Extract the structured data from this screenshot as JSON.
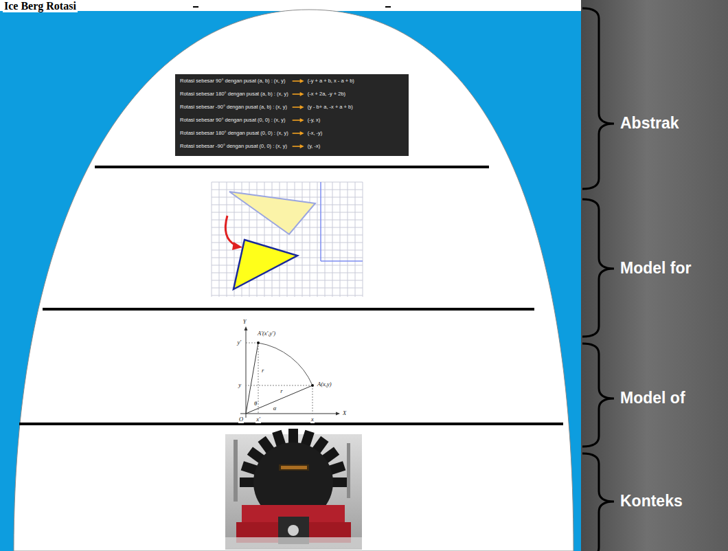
{
  "diagram": {
    "title": "Ice Berg Rotasi",
    "labels": [
      "Rotasi sebesar 90° dengan pusat (a, b) : (x, y)",
      "(-y + a + b, x - a + b)",
      "Rotasi sebesar 180° dengan pusat (a, b) : (x, y)",
      "(-x + 2a, -y + 2b)",
      "Rotasi sebesar -90° dengan pusat (a, b) : (x, y)",
      "(y - b+ a, -x + a + b)",
      "Rotasi sebesar 90° dengan pusat (0, 0) : (x, y)",
      "(-y, x)",
      "Rotasi sebesar 180° dengan pusat (0, 0) : (x, y)",
      "(-x, -y)",
      "Rotasi sebesar -90° dengan pusat (0, 0) : (x, y)",
      "(y, -x)",
      "Y",
      "A'(x',y')",
      "y'",
      "r",
      "y",
      "θ",
      "α",
      "r",
      "A(x,y)",
      "O",
      "x'",
      "x",
      "X",
      "Abstrak",
      "Model for",
      "Model of",
      "Konteks"
    ]
  }
}
